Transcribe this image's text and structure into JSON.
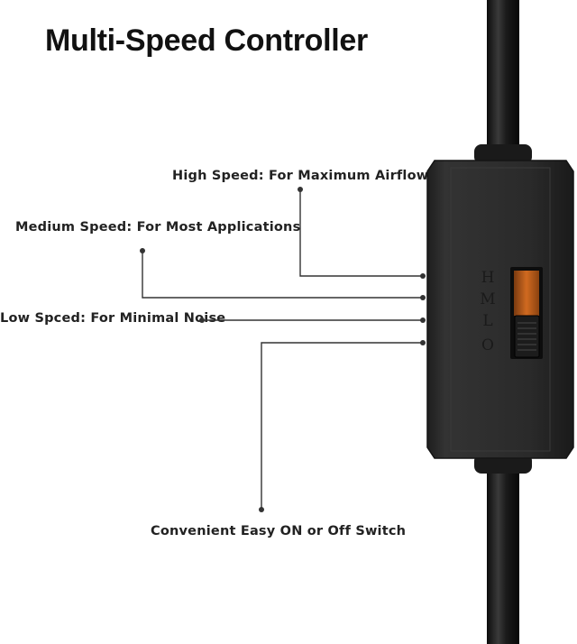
{
  "title": "Multi-Speed Controller",
  "callouts": {
    "high": "High Speed: For Maximum Airflow",
    "medium": "Medium Speed: For Most Applications",
    "low": "Low Spced: For Minimal Noise",
    "switch": "Convenient Easy ON or Off Switch"
  },
  "switch_labels": [
    "H",
    "M",
    "L",
    "O"
  ],
  "colors": {
    "body": "#2b2b2b",
    "cable": "#151515",
    "slider_window": "#c0621c",
    "leader_line": "#333333"
  }
}
